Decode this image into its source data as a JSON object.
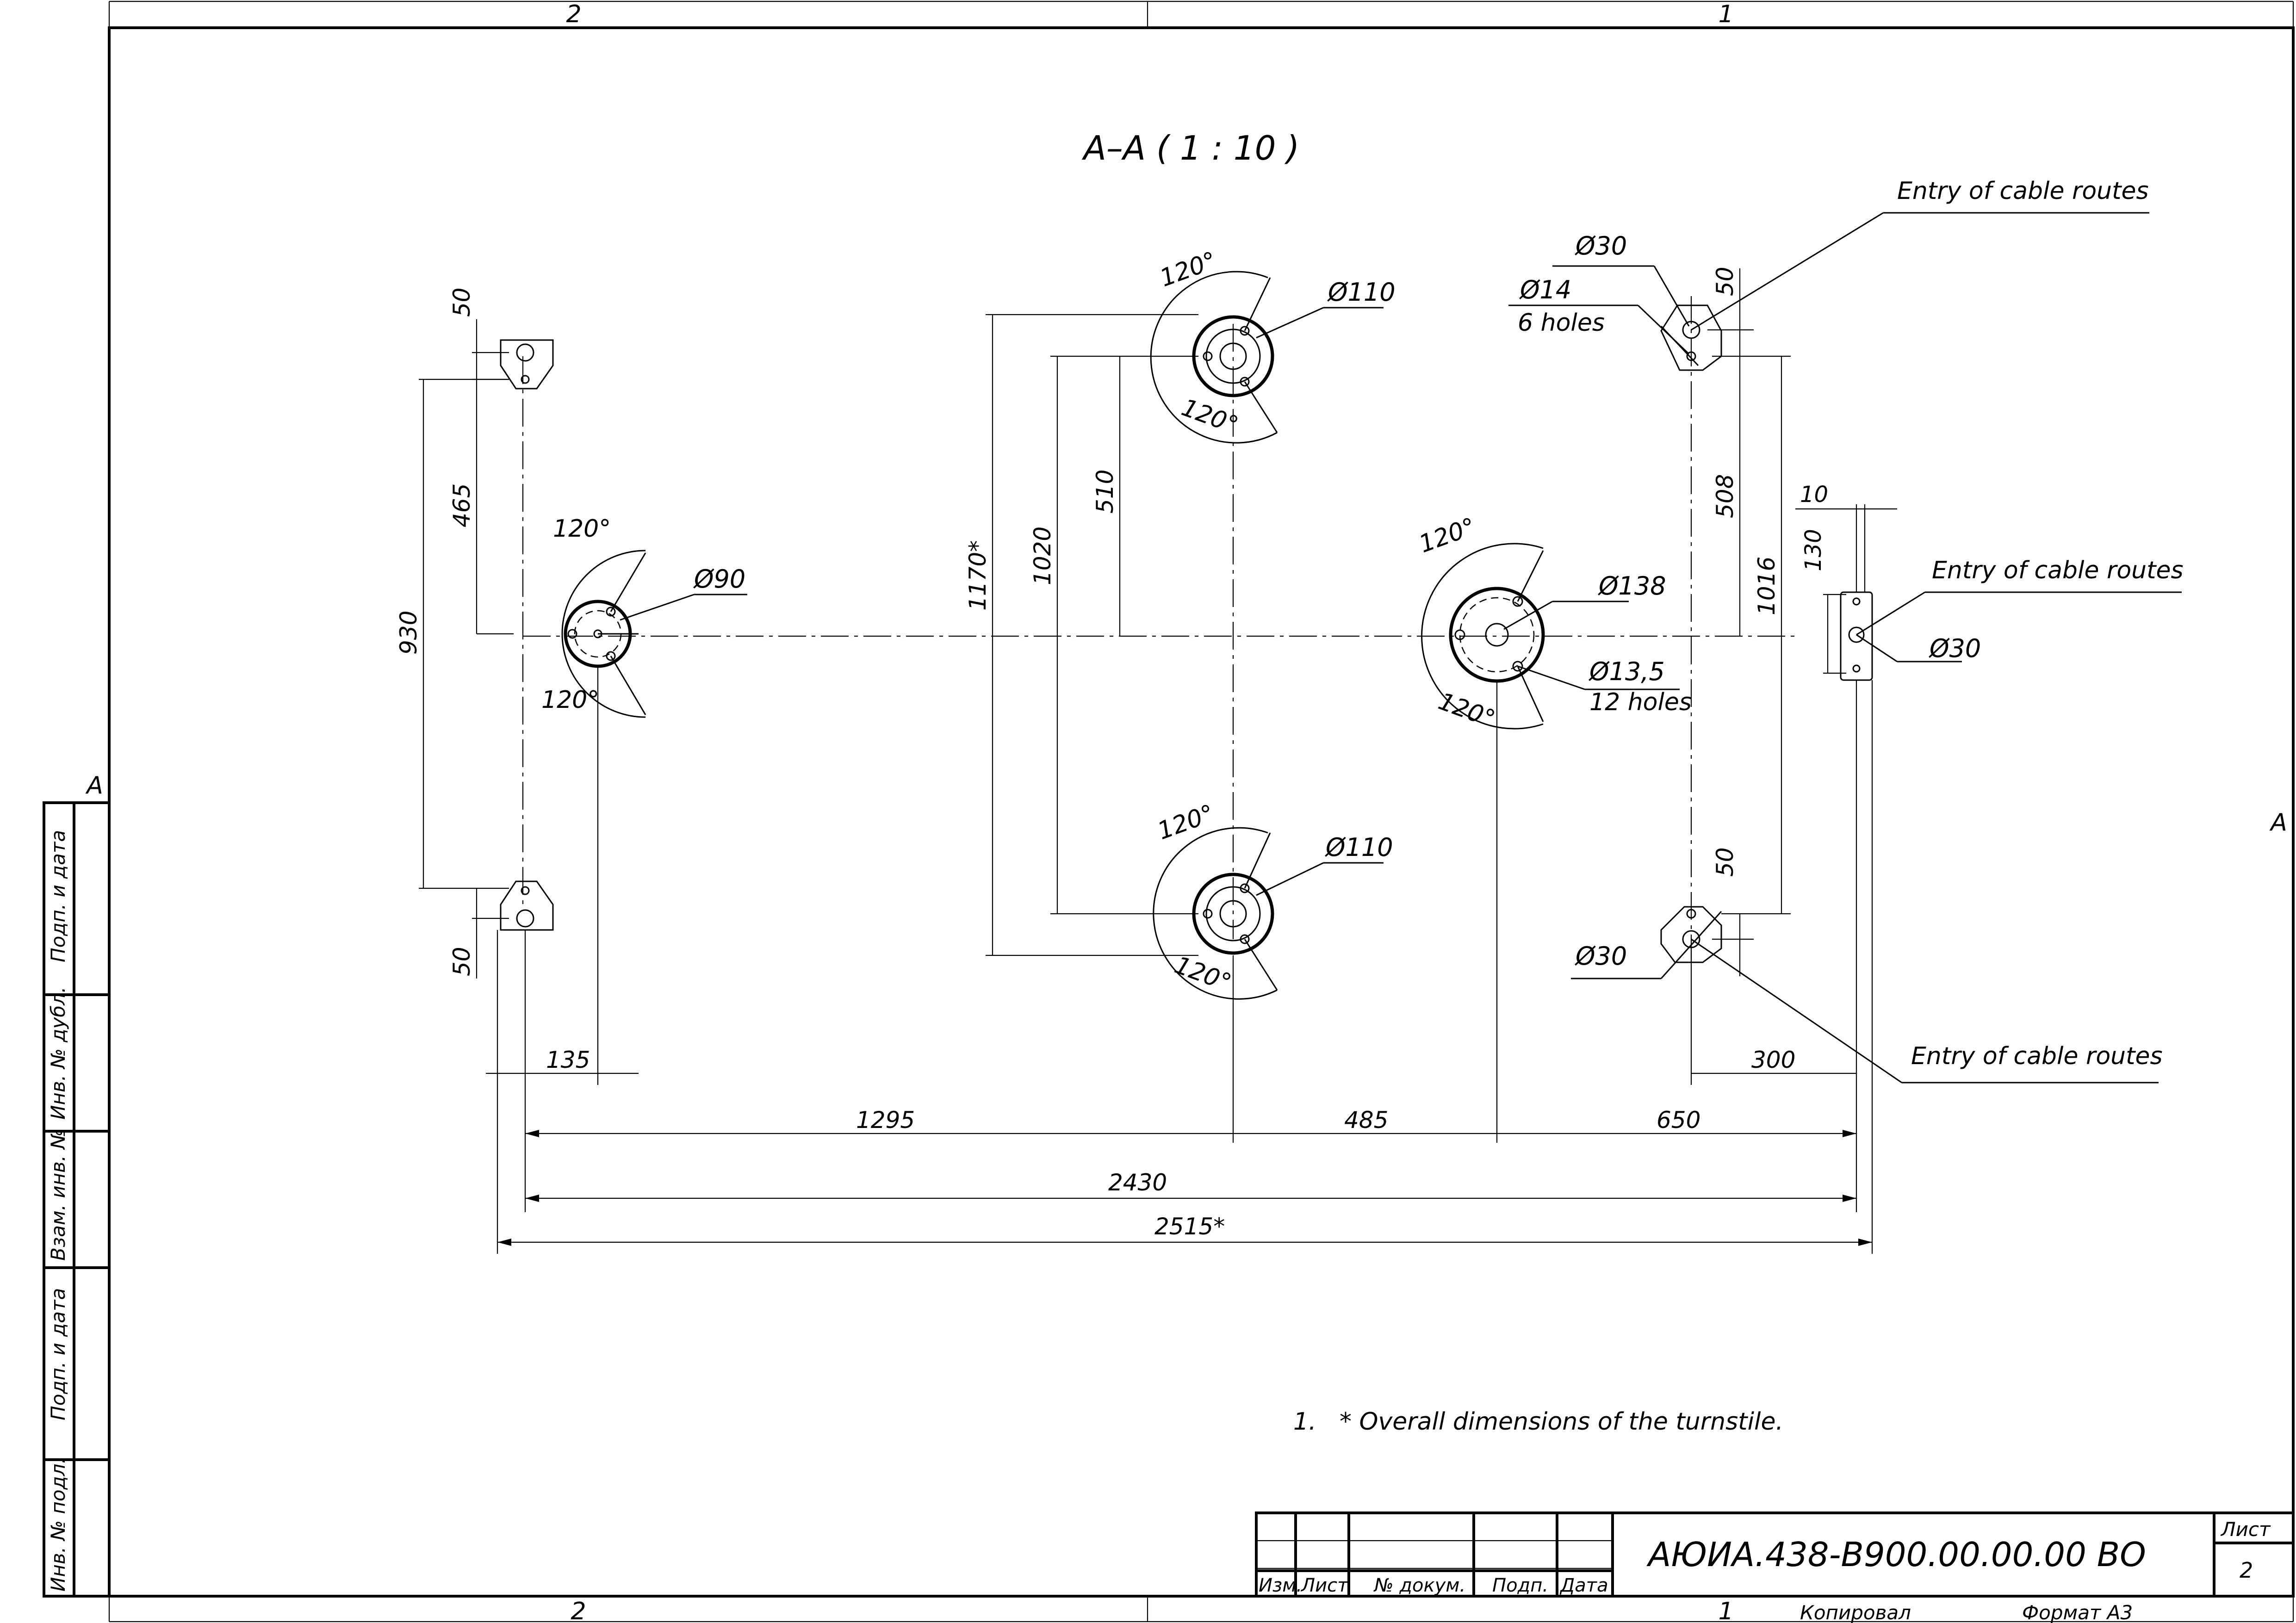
{
  "zones": {
    "top_left": "2",
    "top_right": "1",
    "bottom_left": "2",
    "bottom_right": "1",
    "side_left": "A",
    "side_right": "A"
  },
  "section_title": "A–A ( 1 : 10 )",
  "left_stamp": [
    "Подп. и дата",
    "Инв. № дубл.",
    "Взам. инв. №",
    "Подп. и дата",
    "Инв. № подл."
  ],
  "dimensions": {
    "d50_tl": "50",
    "d465": "465",
    "d930": "930",
    "d50_bl": "50",
    "d135": "135",
    "d1170": "1170*",
    "d1020": "1020",
    "d510": "510",
    "d1295": "1295",
    "d485": "485",
    "d650": "650",
    "d2430": "2430",
    "d2515": "2515*",
    "d300": "300",
    "d508": "508",
    "d1016": "1016",
    "d50_tr": "50",
    "d50_br": "50",
    "d10": "10",
    "d130": "130"
  },
  "angles": {
    "a120": "120°",
    "a120b": "120°"
  },
  "diameters": {
    "left": "Ø90",
    "mid_top": "Ø110",
    "mid_bot": "Ø110",
    "right_main": "Ø138",
    "hole_13": "Ø13,5",
    "hole_13_count": "12 holes",
    "tr_30": "Ø30",
    "tr_14": "Ø14",
    "tr_14_count": "6 holes",
    "far_right_30": "Ø30",
    "br_30": "Ø30"
  },
  "notes": {
    "cable1": "Entry of cable routes",
    "cable2": "Entry of cable routes",
    "cable3": "Entry of cable routes",
    "note_num": "1.",
    "note_text": "* Overall dimensions of the turnstile."
  },
  "title_block": {
    "cols": [
      "Изм.",
      "Лист",
      "№ докум.",
      "Подп.",
      "Дата"
    ],
    "doc_number": "АЮИА.438-В900.00.00.00 ВО",
    "sheet_label": "Лист",
    "sheet_num": "2",
    "copied": "Копировал",
    "format": "Формат А3"
  }
}
